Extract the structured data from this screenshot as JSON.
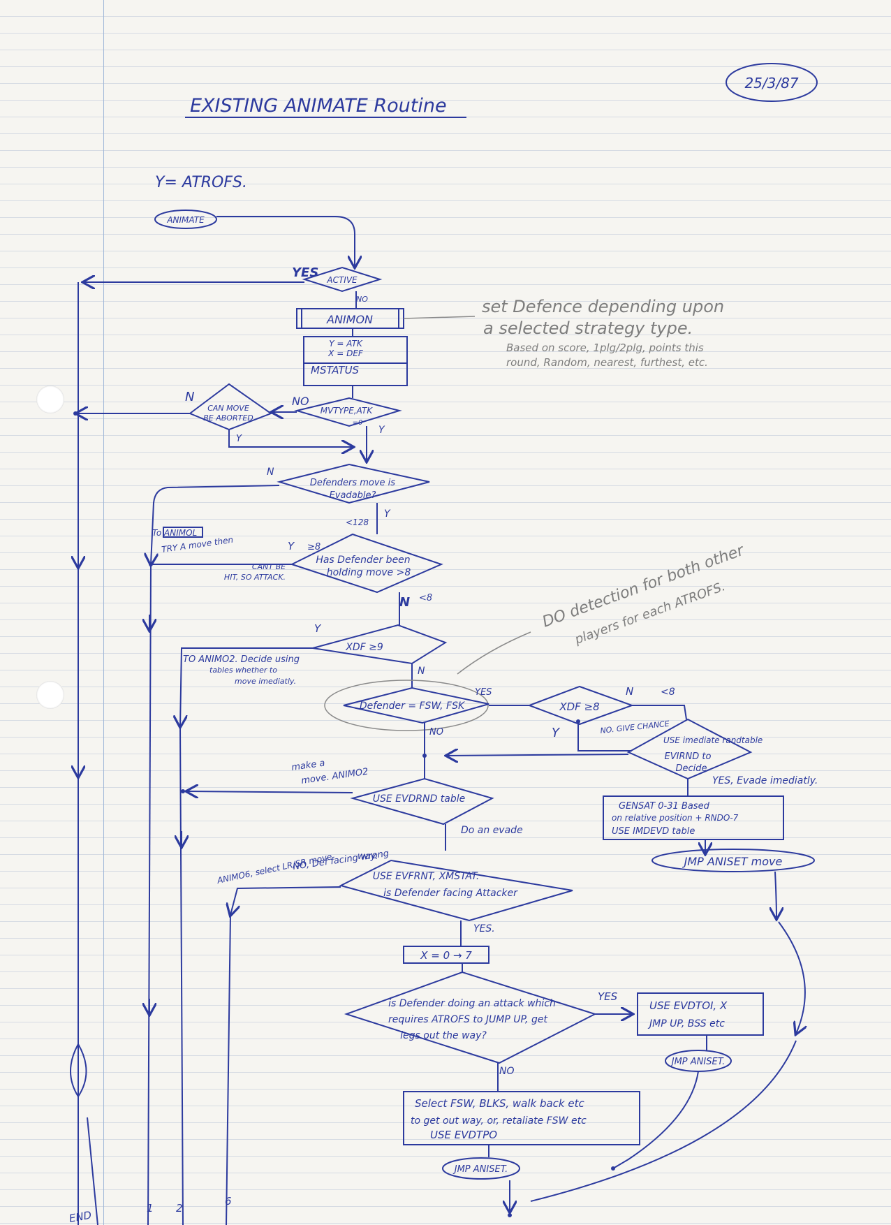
{
  "date": "25/3/87",
  "title": "EXISTING ANIMATE Routine",
  "header_note": "Y= ATROFS.",
  "start_label": "ANIMATE",
  "nodes": {
    "active": "ACTIVE",
    "active_yes": "YES",
    "active_no": "NO",
    "animon": "ANIMON",
    "mstatus_l1": "Y = ATK",
    "mstatus_l2": "X = DEF",
    "mstatus_l3": "MSTATUS",
    "can_move_l1": "CAN MOVE",
    "can_move_l2": "BE ABORTED",
    "can_move_n": "N",
    "can_move_y": "Y",
    "mvtype_l1": "MVTYPE,ATK",
    "mvtype_l2": "=0",
    "mvtype_no": "NO",
    "mvtype_y": "Y",
    "evadable_l1": "Defenders move is",
    "evadable_l2": "Evadable?",
    "evadable_n": "N",
    "evadable_y": "Y",
    "evadable_lt128": "<128",
    "toanimol_l1": "To ANIMOL",
    "toanimol_l2": "TRY A move then",
    "hasdef_l1": "Has Defender been",
    "hasdef_l2": "holding move >8",
    "hasdef_y": "Y",
    "hasdef_ge8": "≥8",
    "cantbehit_l1": "CANT BE",
    "cantbehit_l2": "HIT, SO ATTACK.",
    "hasdef_n": "N",
    "hasdef_lt8": "<8",
    "xdf9": "XDF ≥9",
    "xdf9_y": "Y",
    "xdf9_n": "N",
    "toanimo2_l1": "TO ANIMO2. Decide using",
    "toanimo2_l2": "tables whether to",
    "toanimo2_l3": "move imediatly.",
    "defender_fsw": "Defender = FSW, FSK",
    "defender_yes": "YES",
    "defender_no": "NO",
    "xdf8": "XDF ≥8",
    "xdf8_n": "N",
    "xdf8_lt8": "<8",
    "xdf8_y": "Y",
    "givechance": "NO. GIVE CHANCE",
    "evirnd_l0": "USE imediate randtable",
    "evirnd_l1": "EVIRND to",
    "evirnd_l2": "Decide",
    "evirnd_yes": "YES, Evade imediatly.",
    "makeamove_l1": "make a",
    "makeamove_l2": "move. ANIMO2",
    "evdrnd": "USE EVDRND table",
    "doanevade": "Do an evade",
    "gensat_l1": "GENSAT 0-31 Based",
    "gensat_l2": "on relative position + RNDO-7",
    "gensat_l3": "USE IMDEVD table",
    "jmp_aniset_move": "JMP ANISET move",
    "animo6_l1": "ANIMO6, select LR/SR move",
    "animo6_l2": "NO, Def facing wrong",
    "animo6_l3": "way.",
    "facing_l1": "USE EVFRNT, XMSTAT.",
    "facing_l2": "is Defender facing Attacker",
    "facing_yes": "YES.",
    "x_range": "X = 0 → 7",
    "jumpup_l1": "is Defender doing an attack which",
    "jumpup_l2": "requires ATROFS to JUMP UP, get",
    "jumpup_l3": "legs out the way?",
    "jumpup_yes": "YES",
    "jumpup_no": "NO",
    "evdtol_l1": "USE EVDTOI, X",
    "evdtol_l2": "JMP UP, BSS etc",
    "jmp_aniset_1": "JMP ANISET.",
    "select_l1": "Select FSW, BLKS, walk back etc",
    "select_l2": "to get out way, or, retaliate FSW etc",
    "select_l3": "USE EVDTPO",
    "jmp_aniset_2": "JMP ANISET.",
    "end_label": "END",
    "exit_1": "1",
    "exit_2": "2",
    "exit_6": "6"
  },
  "pencil_notes": {
    "strategy_l1": "set Defence depending upon",
    "strategy_l2": "a selected strategy type.",
    "strategy_l3": "Based on score, 1plg/2plg, points this",
    "strategy_l4": "round, Random, nearest, furthest, etc.",
    "detection_l1": "DO detection for both other",
    "detection_l2": "players for each ATROFS."
  }
}
